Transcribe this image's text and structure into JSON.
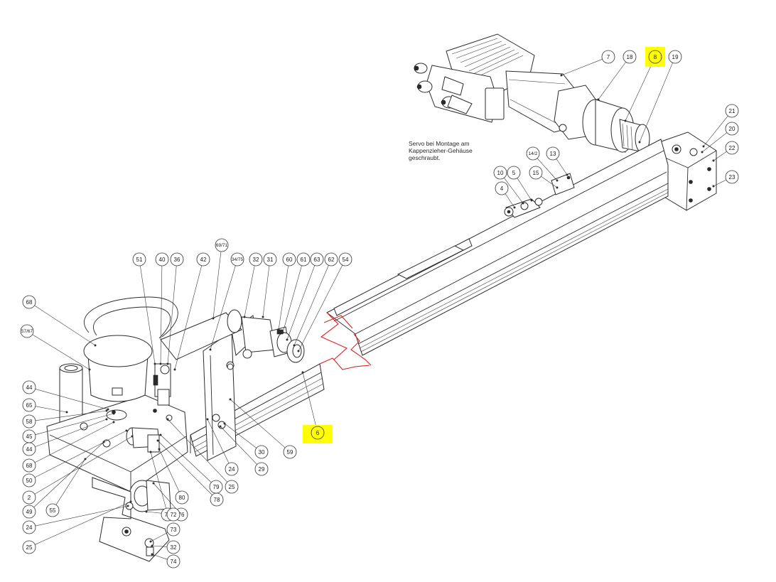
{
  "drawing": {
    "note_lines": [
      "Servo bei Montage am",
      "Kappenzieher-Gehäuse",
      "geschraubt."
    ],
    "highlight_color": "#ffff00",
    "break_line_color": "#e02020",
    "callouts": [
      "7",
      "18",
      "8",
      "19",
      "21",
      "20",
      "22",
      "23",
      "14/2",
      "13",
      "10",
      "5",
      "15",
      "4",
      "69/71",
      "51",
      "40",
      "36",
      "42",
      "34/75",
      "32",
      "31",
      "60",
      "61",
      "63",
      "62",
      "54",
      "68",
      "57/67",
      "44",
      "65",
      "58",
      "45",
      "44",
      "68",
      "50",
      "2",
      "49",
      "24",
      "25",
      "55",
      "80",
      "76",
      "76",
      "78",
      "79",
      "25",
      "24",
      "29",
      "30",
      "59",
      "6",
      "72",
      "73",
      "32",
      "74"
    ],
    "highlighted_callouts": [
      "8",
      "6"
    ]
  }
}
